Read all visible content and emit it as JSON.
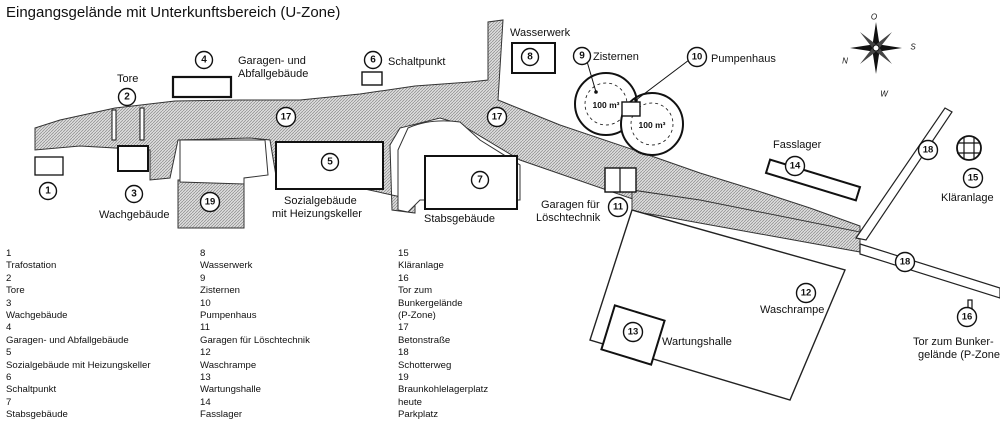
{
  "title": "Eingangsgelände mit Unterkunftsbereich (U-Zone)",
  "compass": {
    "o": "O",
    "s": "S",
    "w": "W",
    "n": "N"
  },
  "markers": {
    "m1": "1",
    "m2": "2",
    "m3": "3",
    "m4": "4",
    "m5": "5",
    "m6": "6",
    "m7": "7",
    "m8": "8",
    "m9": "9",
    "m10": "10",
    "m11": "11",
    "m12": "12",
    "m13": "13",
    "m14": "14",
    "m15": "15",
    "m16": "16",
    "m17": "17",
    "m18": "18",
    "m19": "19"
  },
  "map_labels": {
    "tore": "Tore",
    "garagen_line1": "Garagen- und",
    "garagen_line2": "Abfallgebäude",
    "schaltpunkt": "Schaltpunkt",
    "wasserwerk": "Wasserwerk",
    "zisternen": "Zisternen",
    "pumpenhaus": "Pumpenhaus",
    "cistern_capacity": "100 m³",
    "wachgebaeude": "Wachgebäude",
    "sozial_line1": "Sozialgebäude",
    "sozial_line2": "mit Heizungskeller",
    "stabsgebaeude": "Stabsgebäude",
    "loesch_line1": "Garagen für",
    "loesch_line2": "Löschtechnik",
    "fasslager": "Fasslager",
    "klaeranlage": "Kläranlage",
    "waschrampe": "Waschrampe",
    "wartungshalle": "Wartungshalle",
    "tor_line1": "Tor zum Bunker-",
    "tor_line2": "gelände (P-Zone)"
  },
  "legend": {
    "col1": [
      "1",
      "Trafostation",
      "2",
      "Tore",
      "3",
      "Wachgebäude",
      "4",
      "Garagen- und Abfallgebäude",
      "5",
      "Sozialgebäude mit Heizungskeller",
      "6",
      "Schaltpunkt",
      "7",
      "Stabsgebäude"
    ],
    "col2": [
      "8",
      "Wasserwerk",
      "9",
      "Zisternen",
      "10",
      "Pumpenhaus",
      "11",
      "Garagen für Löschtechnik",
      "12",
      "Waschrampe",
      "13",
      "Wartungshalle",
      "14",
      "Fasslager"
    ],
    "col3": [
      "15",
      "Kläranlage",
      "16",
      "Tor zum",
      "Bunkergelände",
      "(P-Zone)",
      "17",
      "Betonstraße",
      "18",
      "Schotterweg",
      "19",
      "Braunkohlelagerplatz",
      "heute",
      "Parkplatz"
    ]
  }
}
